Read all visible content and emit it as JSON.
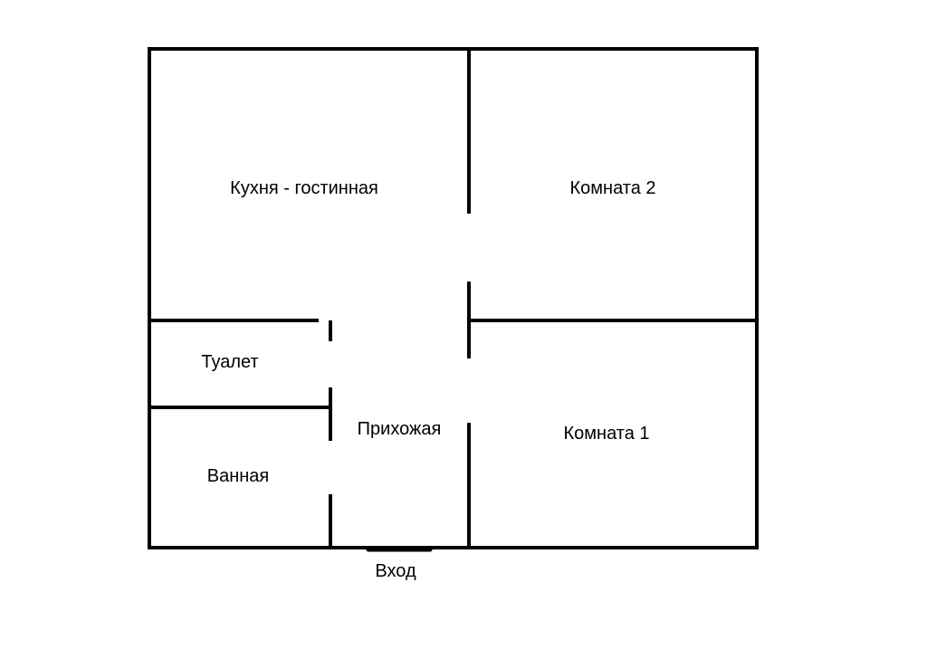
{
  "rooms": {
    "kitchen_living": "Кухня - гостинная",
    "room_2": "Комната 2",
    "toilet": "Туалет",
    "hallway": "Прихожая",
    "room_1": "Комната 1",
    "bathroom": "Ванная"
  },
  "entrance": {
    "label": "Вход"
  },
  "colors": {
    "walls": "#000000",
    "background": "#ffffff"
  }
}
